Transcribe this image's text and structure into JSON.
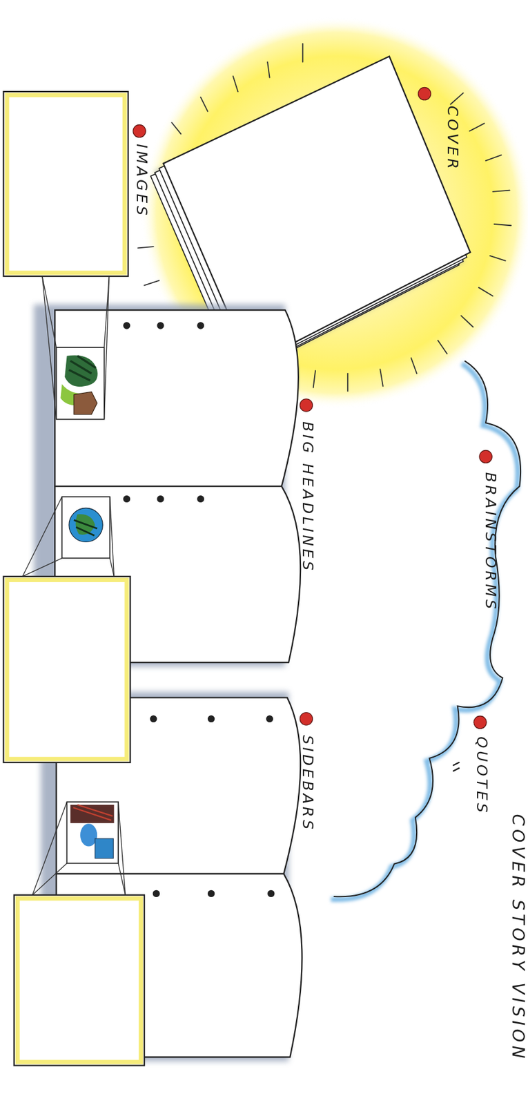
{
  "diagram": {
    "title": "COVER STORY VISION",
    "labels": [
      "COVER",
      "IMAGES",
      "BIG HEADLINES",
      "BRAINSTORMS",
      "QUOTES",
      "SIDEBARS"
    ]
  }
}
